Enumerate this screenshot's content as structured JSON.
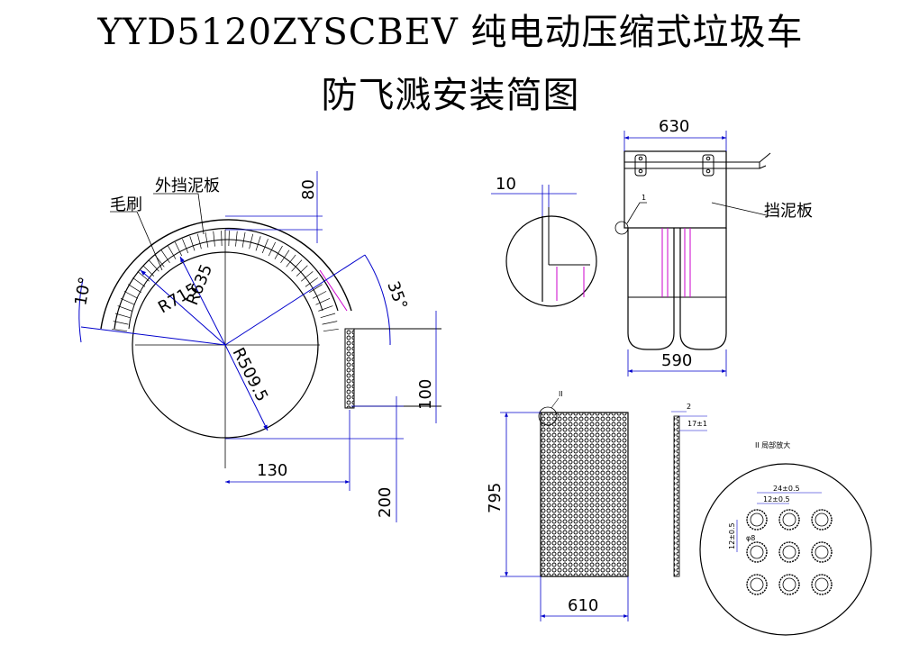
{
  "title": {
    "line1": "YYD5120ZYSCBEV 纯电动压缩式垃圾车",
    "line2": "防飞溅安装简图"
  },
  "labels": {
    "outer_fender": "外挡泥板",
    "brush": "毛刷",
    "fender": "挡泥板",
    "detail_1": "1",
    "detail_II": "II",
    "detail_II_title": "II 局部放大",
    "hole_dia": "φ8"
  },
  "dimensions": {
    "r635": "R635",
    "r715": "R715",
    "r509": "R509.5",
    "ang10": "10°",
    "ang35": "35°",
    "d80": "80",
    "d100": "100",
    "d130": "130",
    "d200": "200",
    "d10": "10",
    "d630": "630",
    "d590": "590",
    "d795": "795",
    "d610": "610",
    "d2": "2",
    "d17": "17±1",
    "d24": "24±0.5",
    "d12h": "12±0.5",
    "d12v": "12±0.5"
  },
  "colors": {
    "line": "#000000",
    "dimension": "#0000cc",
    "accent": "#cc00cc"
  }
}
